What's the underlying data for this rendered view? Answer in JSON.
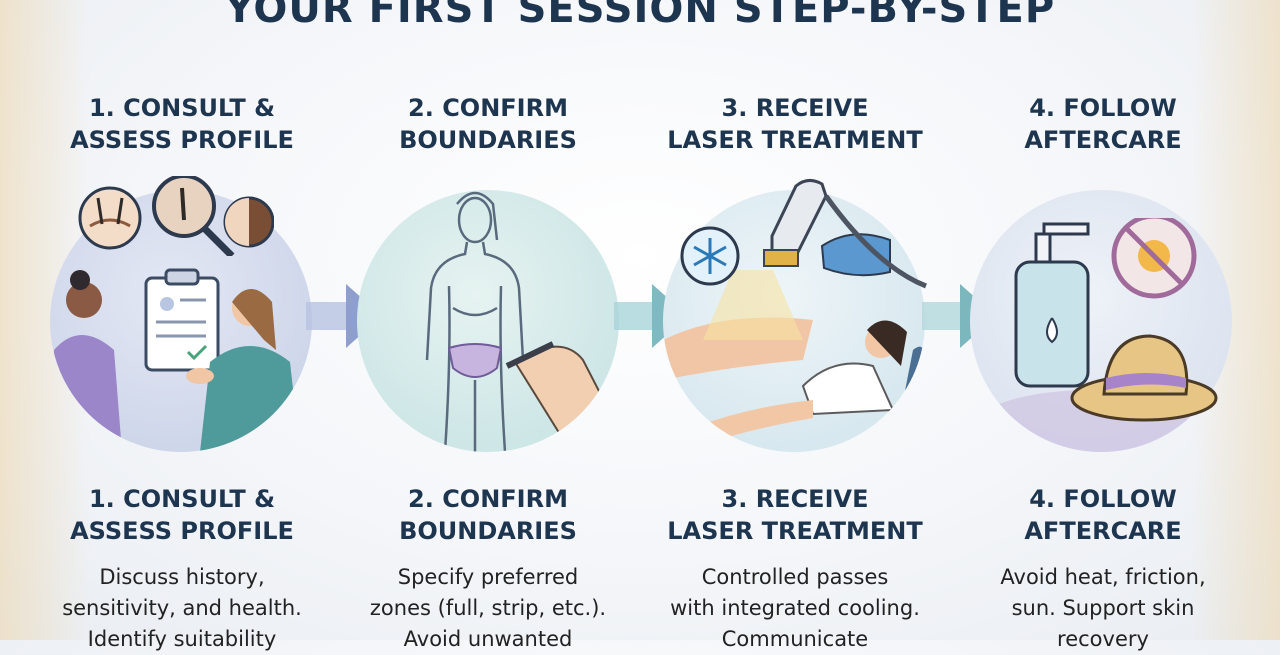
{
  "page_title": "YOUR FIRST SESSION STEP-BY-STEP",
  "steps": [
    {
      "title_line1": "1. CONSULT &",
      "title_line2": "ASSESS PROFILE",
      "desc_line1": "Discuss history,",
      "desc_line2": "sensitivity, and health.",
      "desc_line3": "Identify suitability"
    },
    {
      "title_line1": "2. CONFIRM",
      "title_line2": "BOUNDARIES",
      "desc_line1": "Specify preferred",
      "desc_line2": "zones (full, strip, etc.).",
      "desc_line3": "Avoid unwanted"
    },
    {
      "title_line1": "3. RECEIVE",
      "title_line2": "LASER TREATMENT",
      "desc_line1": "Controlled passes",
      "desc_line2": "with integrated cooling.",
      "desc_line3": "Communicate"
    },
    {
      "title_line1": "4. FOLLOW",
      "title_line2": "AFTERCARE",
      "desc_line1": "Avoid heat, friction,",
      "desc_line2": "sun. Support skin",
      "desc_line3": "recovery"
    }
  ],
  "icons": [
    "clipboard-icon",
    "magnifier-icon",
    "snowflake-icon",
    "no-sun-icon",
    "lotion-bottle-icon",
    "sun-hat-icon"
  ],
  "colors": {
    "title": "#1e3550",
    "circle1": "#ccd4ea",
    "circle2": "#cfe8e9",
    "circle3": "#d8e8f0",
    "circle4": "#dde4ef",
    "arrow": "#8fb3c9"
  }
}
